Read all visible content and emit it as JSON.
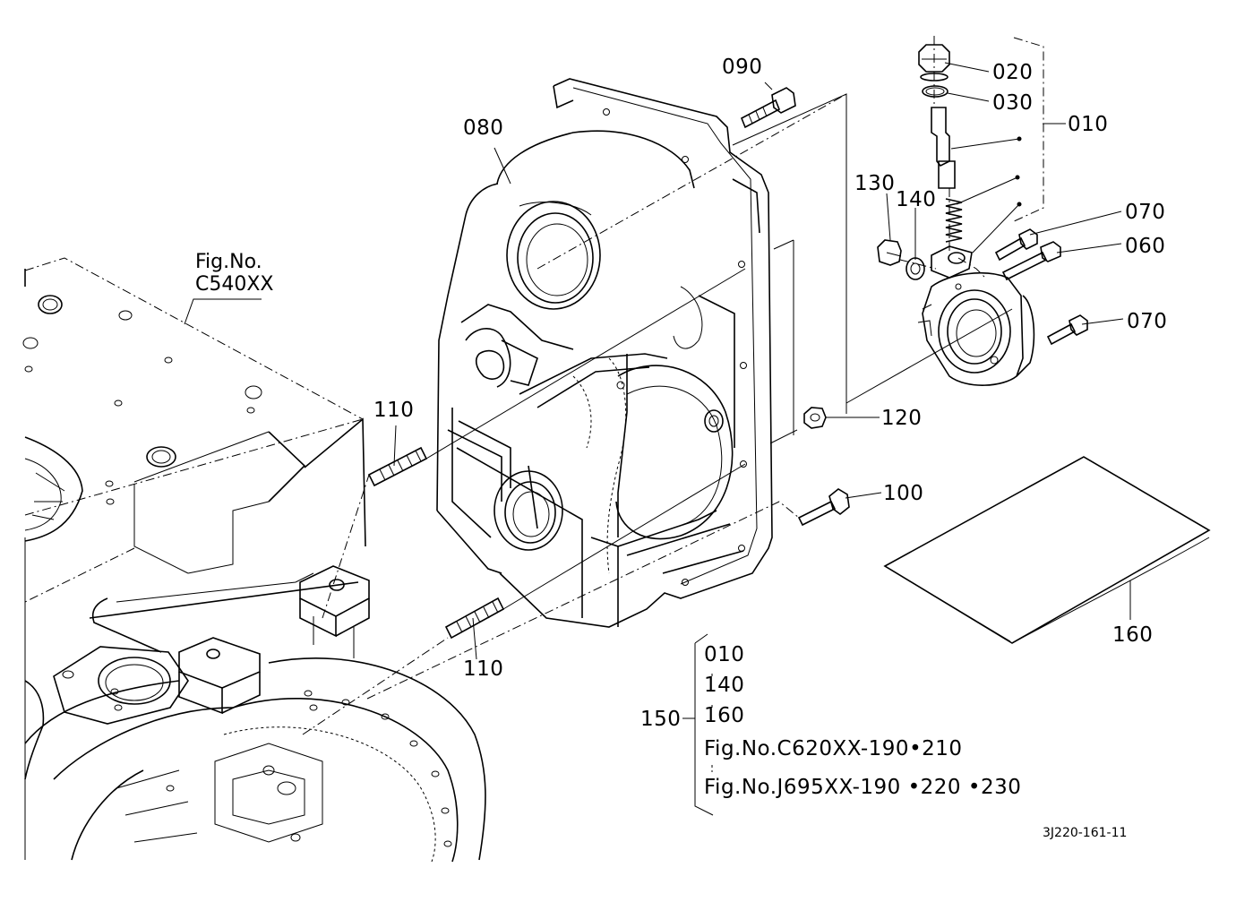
{
  "part_labels": {
    "p010": "010",
    "p020": "020",
    "p030": "030",
    "p060": "060",
    "p070a": "070",
    "p070b": "070",
    "p080": "080",
    "p090": "090",
    "p100": "100",
    "p110a": "110",
    "p110b": "110",
    "p120": "120",
    "p130": "130",
    "p140": "140",
    "p150": "150",
    "p160": "160"
  },
  "fig_ref": {
    "line1": "Fig.No.",
    "line2": "C540XX"
  },
  "kit_list": {
    "item1": "010",
    "item2": "140",
    "item3": "160",
    "fig1": "Fig.No.C620XX-190•210",
    "fig2": "Fig.No.J695XX-190 •220 •230"
  },
  "drawing_code": "3J220-161-11"
}
